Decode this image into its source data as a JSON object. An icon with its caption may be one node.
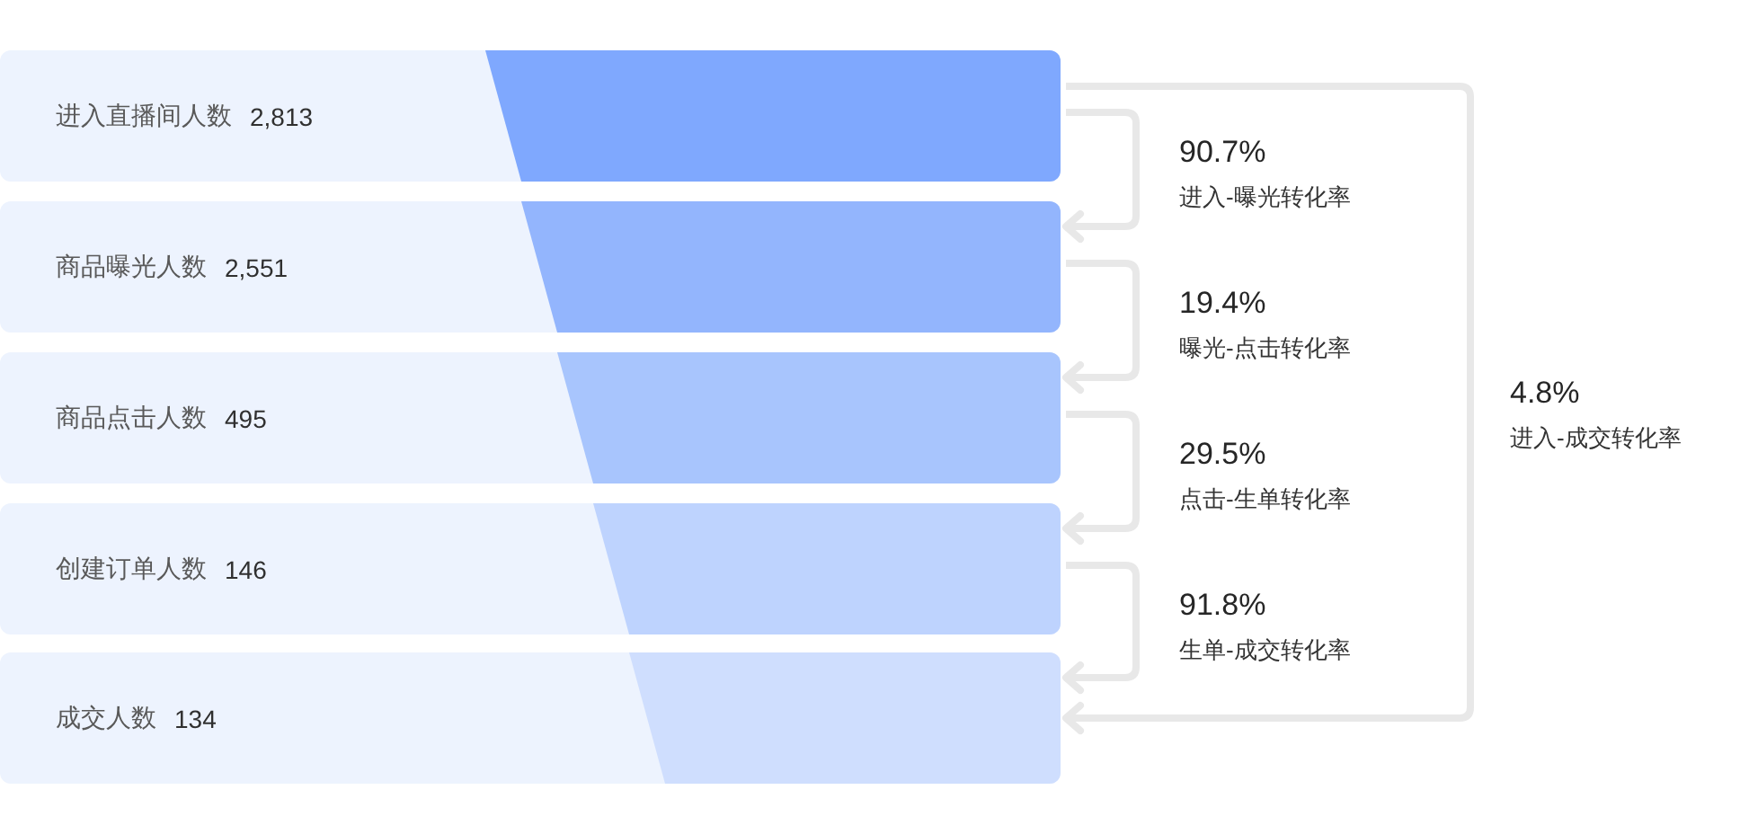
{
  "diagram": {
    "nodes": [
      {
        "text": [
          "进入直播间人数",
          "2,813"
        ]
      },
      {
        "text": [],
        "shape": "bar",
        "in": 0
      },
      {
        "text": [
          "商品曝光人数",
          "2,551"
        ]
      },
      {
        "text": [],
        "shape": "bar",
        "in": 2
      },
      {
        "text": [
          "商品点击人数",
          "495"
        ]
      },
      {
        "text": [],
        "shape": "bar",
        "in": 4
      },
      {
        "text": [
          "创建订单人数",
          "146"
        ]
      },
      {
        "text": [],
        "shape": "bar",
        "in": 6
      },
      {
        "text": [
          "成交人数",
          "134"
        ]
      },
      {
        "text": [],
        "shape": "bar",
        "in": 8
      }
    ],
    "edges": [
      {
        "from": 0,
        "to": 2,
        "arrow": "to",
        "label": "90.7% 进入-曝光转化率"
      },
      {
        "from": 2,
        "to": 4,
        "arrow": "to",
        "label": "19.4% 曝光-点击转化率"
      },
      {
        "from": 4,
        "to": 6,
        "arrow": "to",
        "label": "29.5% 点击-生单转化率"
      },
      {
        "from": 6,
        "to": 8,
        "arrow": "to",
        "label": "91.8% 生单-成交转化率"
      },
      {
        "from": 0,
        "to": 8,
        "arrow": "to",
        "label": "4.8% 进入-成交转化率"
      }
    ]
  }
}
